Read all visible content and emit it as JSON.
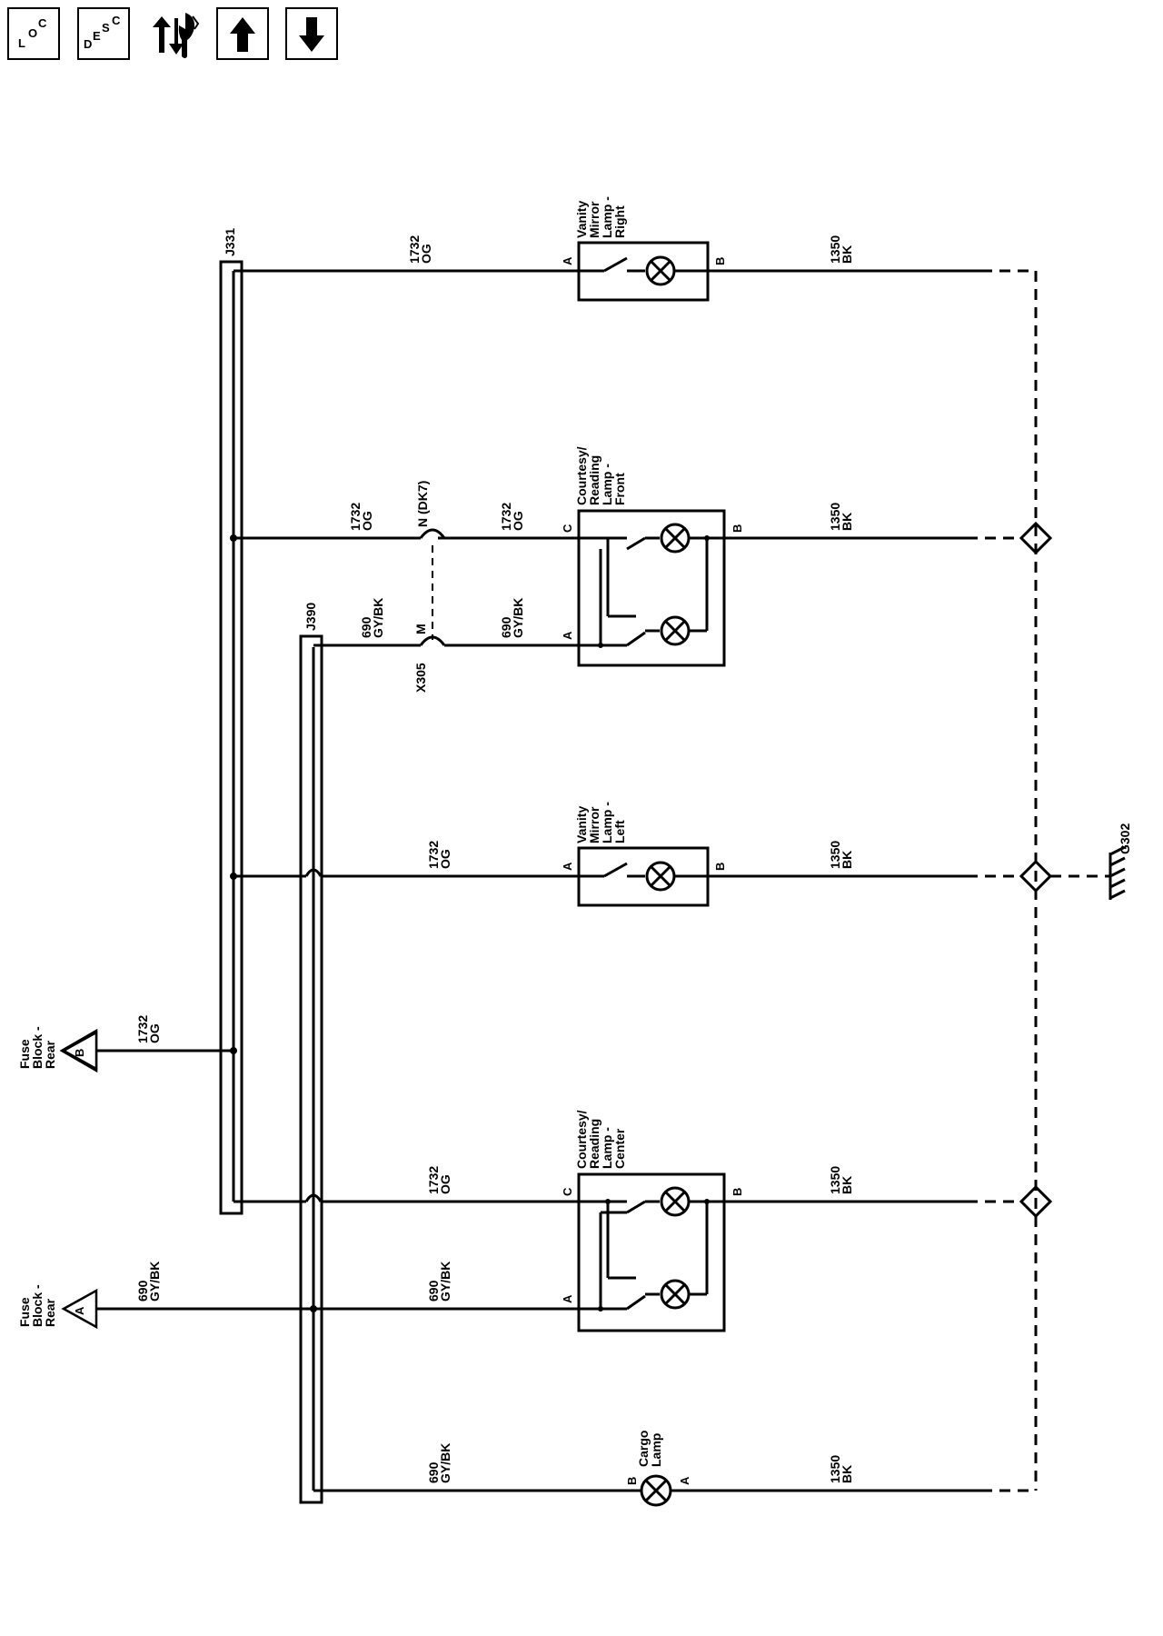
{
  "toolbar": {
    "loc": {
      "label": "LOC",
      "letters": [
        "L",
        "O",
        "C"
      ]
    },
    "desc": {
      "label": "DESC",
      "letters": [
        "D",
        "E",
        "S",
        "C"
      ]
    },
    "tools": {
      "icon": "diagnostic-tools-icon"
    },
    "up": {
      "icon": "arrow-up-icon"
    },
    "down": {
      "icon": "arrow-down-icon"
    }
  },
  "splices": {
    "j331": "J331",
    "j390": "J390"
  },
  "connector": {
    "x305": "X305",
    "pin_n": "N (DK7)",
    "pin_m": "M"
  },
  "ground": {
    "label": "G302"
  },
  "fuses": [
    {
      "line1": "Fuse",
      "line2": "Block -",
      "line3": "Rear",
      "terminal": "B",
      "wire_num": "1732",
      "wire_color": "OG"
    },
    {
      "line1": "Fuse",
      "line2": "Block -",
      "line3": "Rear",
      "terminal": "A",
      "wire_num": "690",
      "wire_color": "GY/BK"
    }
  ],
  "components": {
    "vanity_right": {
      "lines": [
        "Vanity",
        "Mirror",
        "Lamp -",
        "Right"
      ],
      "pin_in": "A",
      "pin_out": "B"
    },
    "courtesy_front": {
      "lines": [
        "Courtesy/",
        "Reading",
        "Lamp -",
        "Front"
      ],
      "pin_c": "C",
      "pin_a": "A",
      "pin_out": "B"
    },
    "vanity_left": {
      "lines": [
        "Vanity",
        "Mirror",
        "Lamp -",
        "Left"
      ],
      "pin_in": "A",
      "pin_out": "B"
    },
    "courtesy_center": {
      "lines": [
        "Courtesy/",
        "Reading",
        "Lamp -",
        "Center"
      ],
      "pin_c": "C",
      "pin_a": "A",
      "pin_out": "B"
    },
    "cargo": {
      "lines": [
        "Cargo",
        "Lamp"
      ],
      "pin_in": "B",
      "pin_out": "A"
    }
  },
  "wires": [
    {
      "num": "1732",
      "color": "OG"
    },
    {
      "num": "1732",
      "color": "OG"
    },
    {
      "num": "1732",
      "color": "OG"
    },
    {
      "num": "690",
      "color": "GY/BK"
    },
    {
      "num": "690",
      "color": "GY/BK"
    },
    {
      "num": "1732",
      "color": "OG"
    },
    {
      "num": "1732",
      "color": "OG"
    },
    {
      "num": "690",
      "color": "GY/BK"
    },
    {
      "num": "690",
      "color": "GY/BK"
    },
    {
      "num": "1350",
      "color": "BK"
    },
    {
      "num": "1350",
      "color": "BK"
    },
    {
      "num": "1350",
      "color": "BK"
    },
    {
      "num": "1350",
      "color": "BK"
    },
    {
      "num": "1350",
      "color": "BK"
    }
  ]
}
